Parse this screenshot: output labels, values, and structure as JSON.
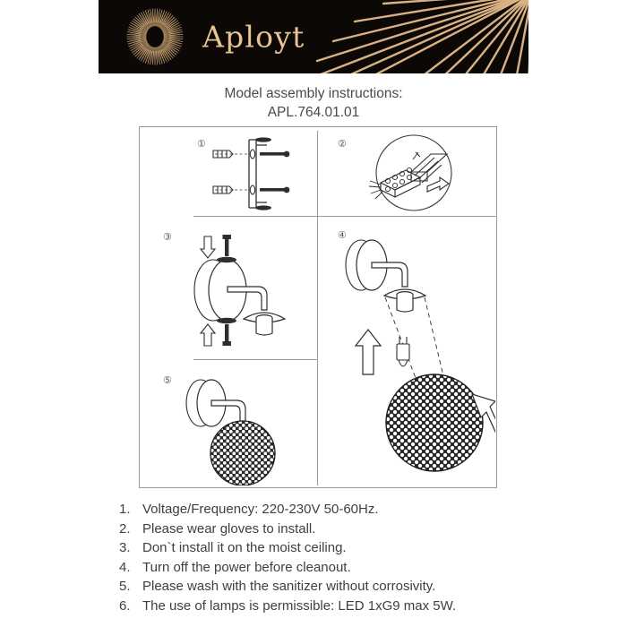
{
  "header": {
    "brand": "Aployt",
    "logo_icon": "sunburst-logo-icon",
    "rays_icon": "radial-rays-decoration-icon",
    "gold_color": "#e8c393",
    "banner_color": "#0b0806"
  },
  "title": {
    "line1": "Model assembly instructions:",
    "line2": "APL.764.01.01"
  },
  "diagram": {
    "steps": [
      {
        "number": "①",
        "name": "mounting-bracket-screws",
        "description": "Mounting bracket fixed to wall with two screws and wall anchors"
      },
      {
        "number": "②",
        "name": "wiring-terminal-block",
        "description": "Detail circle: connect supply wires into the terminal block"
      },
      {
        "number": "③",
        "name": "attach-base-plate",
        "description": "Attach the lamp base plate onto the bracket and tighten screws"
      },
      {
        "number": "④",
        "name": "install-bulb-and-globe",
        "description": "Insert the G9 bulb and fit the perforated globe shade"
      },
      {
        "number": "⑤",
        "name": "completed-assembly",
        "description": "Completed wall lamp assembly"
      }
    ]
  },
  "instructions": {
    "items": [
      {
        "num": "1.",
        "text": "Voltage/Frequency: 220-230V 50-60Hz."
      },
      {
        "num": "2.",
        "text": "Please wear gloves to install."
      },
      {
        "num": "3.",
        "text": "Don`t install it on the moist ceiling."
      },
      {
        "num": "4.",
        "text": "Turn off the power before cleanout."
      },
      {
        "num": "5.",
        "text": "Please wash with the sanitizer without corrosivity."
      },
      {
        "num": "6.",
        "text": "The use of lamps is permissible: LED 1xG9 max 5W."
      }
    ]
  }
}
